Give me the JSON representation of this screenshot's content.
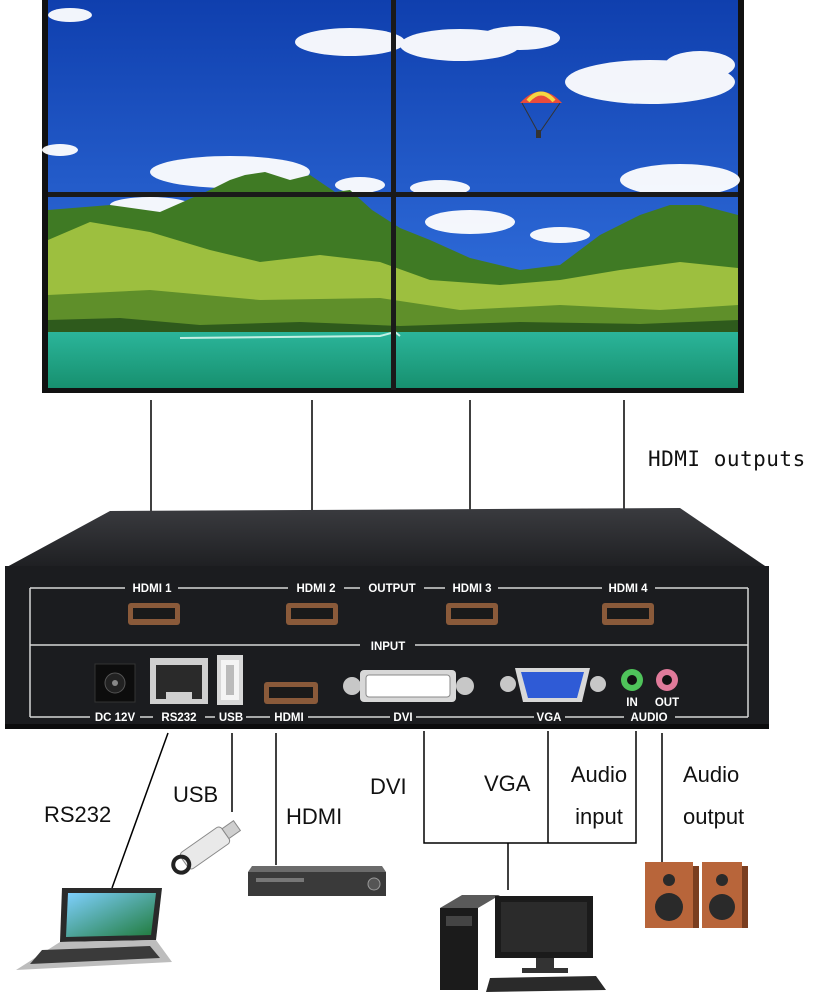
{
  "diagram": {
    "outputs_caption": "HDMI outputs",
    "panel": {
      "output_section": "OUTPUT",
      "input_section": "INPUT",
      "output_ports": [
        "HDMI 1",
        "HDMI 2",
        "HDMI 3",
        "HDMI 4"
      ],
      "bottom_labels": {
        "dc": "DC 12V",
        "rs232": "RS232",
        "usb": "USB",
        "hdmi": "HDMI",
        "dvi": "DVI",
        "vga": "VGA",
        "audio": "AUDIO"
      },
      "audio_in": "IN",
      "audio_out": "OUT"
    },
    "devices": {
      "rs232": "RS232",
      "usb": "USB",
      "hdmi": "HDMI",
      "dvi": "DVI",
      "vga": "VGA",
      "audio_input_line1": "Audio",
      "audio_input_line2": "input",
      "audio_output_line1": "Audio",
      "audio_output_line2": "output"
    },
    "colors": {
      "sky": "#1c4fc7",
      "grass": "#8fb43a",
      "sea": "#1fa58a",
      "device_body": "#1b1c1f",
      "vga_port": "#2f5bd6",
      "audio_in_jack": "#4fc35a",
      "audio_out_jack": "#e07a9a",
      "speaker_wood": "#b8653a"
    }
  }
}
